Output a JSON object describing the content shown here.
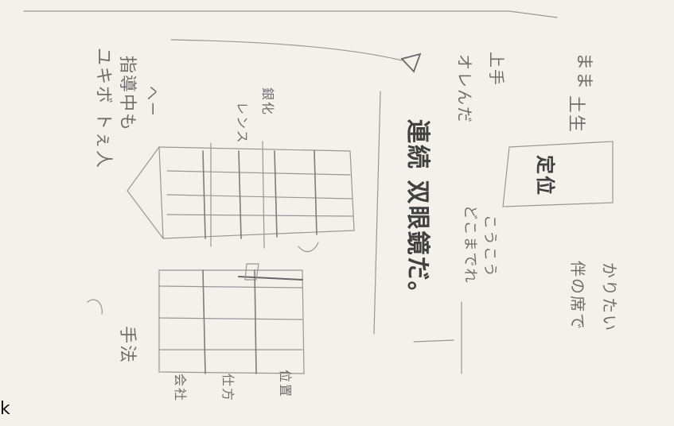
{
  "sketch": {
    "column_left_top": "ユキボ  トぇ人",
    "column_left_mid": "指導中も",
    "column_left_short": "へー",
    "mid_small_1": "レンス",
    "mid_small_2": "銀化",
    "center_big": "連続 双眼鏡だ。",
    "center_sub_1": "どこまでれ",
    "center_sub_2": "こうこう",
    "right_top_1": "オレんだ",
    "right_top_2": "上手",
    "right_top_3": "まま",
    "right_top_4": "土生",
    "boxed": "定位",
    "right_bottom_1": "伴の席で",
    "right_bottom_2": "かりたい",
    "left_label": "手法",
    "bottom_label_1": "会社",
    "bottom_label_2": "仕方",
    "bottom_label_3": "位置",
    "corner": "k"
  },
  "colors": {
    "paper": "#f4f1ec",
    "pencil": "#6b6b6b",
    "pencil_dark": "#3a3a3a"
  }
}
